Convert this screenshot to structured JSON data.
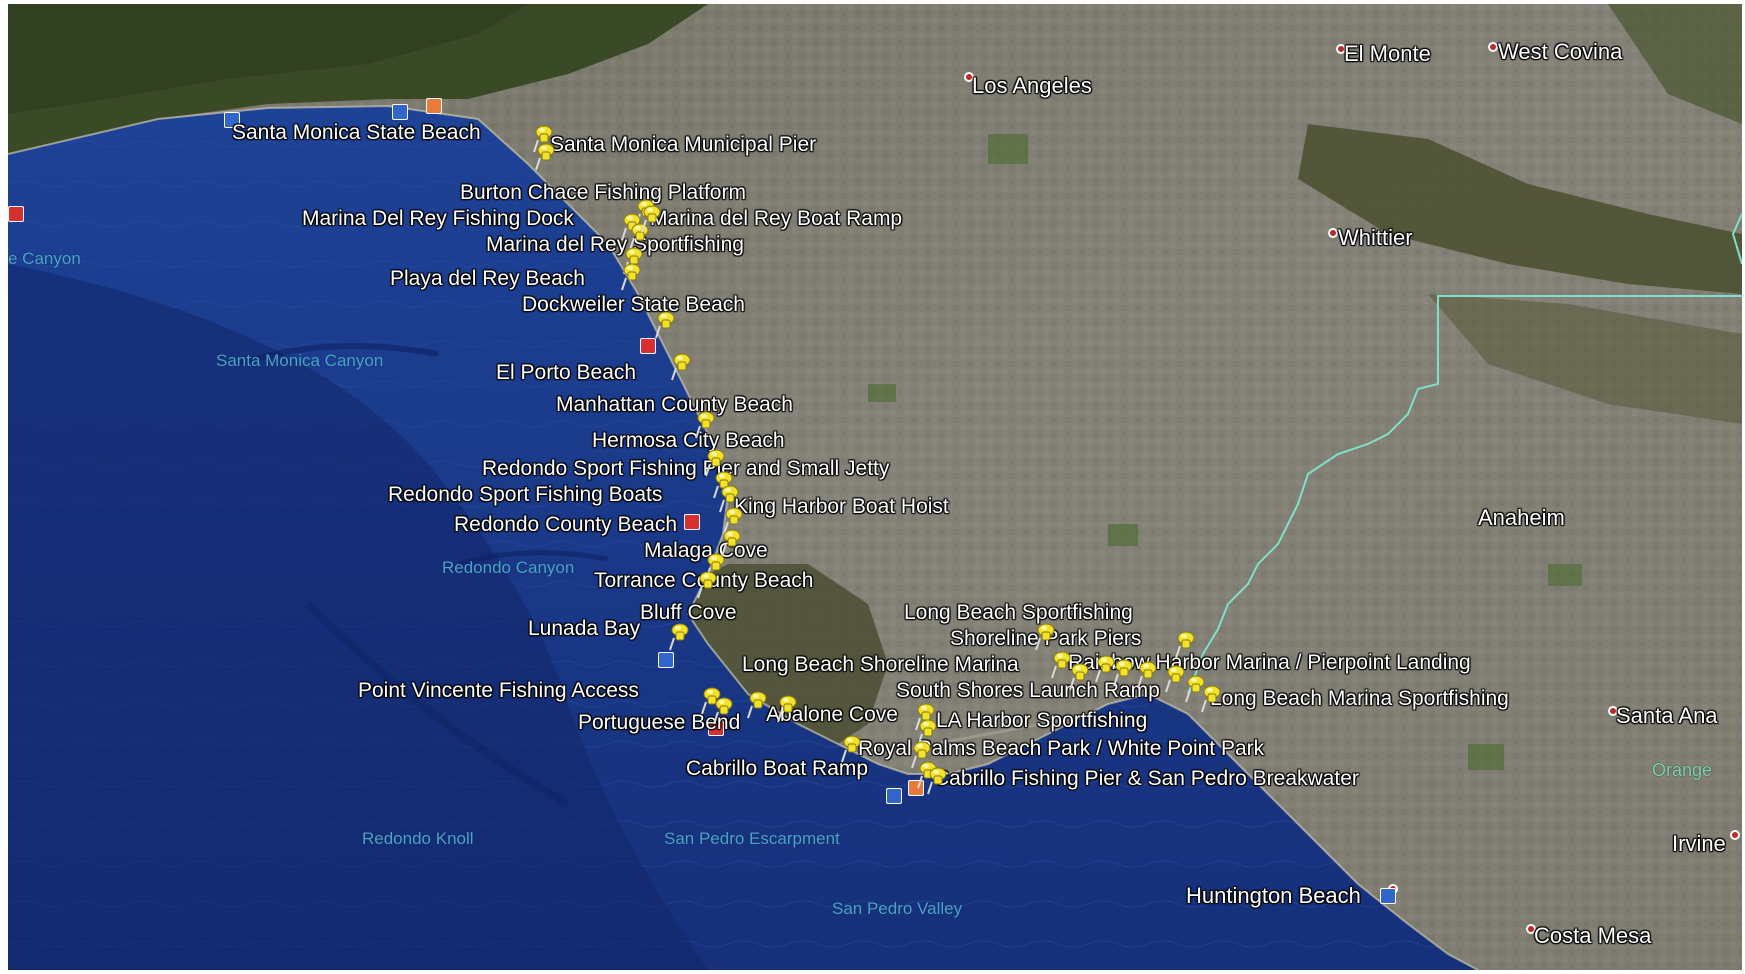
{
  "map": {
    "colors": {
      "ocean": "#1a3a8a",
      "ocean_deep": "#13296b",
      "land": "#7a7868",
      "hills": "#3f4a2a",
      "pin": "#f2e22a",
      "boundary": "#7fe0c8",
      "ocean_label": "#4aa3c8"
    },
    "cities": [
      {
        "id": "el-monte",
        "name": "El Monte"
      },
      {
        "id": "west-covina",
        "name": "West Covina"
      },
      {
        "id": "los-angeles",
        "name": "Los Angeles"
      },
      {
        "id": "whittier",
        "name": "Whittier"
      },
      {
        "id": "anaheim",
        "name": "Anaheim"
      },
      {
        "id": "santa-ana",
        "name": "Santa Ana"
      },
      {
        "id": "irvine",
        "name": "Irvine"
      },
      {
        "id": "costa-mesa",
        "name": "Costa Mesa"
      },
      {
        "id": "huntington-beach",
        "name": "Huntington Beach"
      }
    ],
    "regions": [
      {
        "id": "orange",
        "name": "Orange"
      }
    ],
    "ocean_features": [
      {
        "id": "canyon-west",
        "name": "e Canyon"
      },
      {
        "id": "santa-monica-canyon",
        "name": "Santa Monica Canyon"
      },
      {
        "id": "redondo-canyon",
        "name": "Redondo Canyon"
      },
      {
        "id": "redondo-knoll",
        "name": "Redondo Knoll"
      },
      {
        "id": "san-pedro-escarpment",
        "name": "San Pedro Escarpment"
      },
      {
        "id": "san-pedro-valley",
        "name": "San Pedro Valley"
      }
    ],
    "placemarks": [
      {
        "id": "santa-monica-state-beach",
        "name": "Santa Monica State Beach"
      },
      {
        "id": "santa-monica-municipal-pier",
        "name": "Santa Monica Municipal Pier"
      },
      {
        "id": "burton-chace-fishing-platform",
        "name": "Burton Chace Fishing Platform"
      },
      {
        "id": "marina-del-rey-fishing-dock",
        "name": "Marina Del Rey Fishing Dock"
      },
      {
        "id": "marina-del-rey-boat-ramp",
        "name": "Marina del Rey Boat Ramp"
      },
      {
        "id": "marina-del-rey-sportfishing",
        "name": "Marina del Rey Sportfishing"
      },
      {
        "id": "playa-del-rey-beach",
        "name": "Playa del Rey Beach"
      },
      {
        "id": "dockweiler-state-beach",
        "name": "Dockweiler State Beach"
      },
      {
        "id": "el-porto-beach",
        "name": "El Porto Beach"
      },
      {
        "id": "manhattan-county-beach",
        "name": "Manhattan County Beach"
      },
      {
        "id": "hermosa-city-beach",
        "name": "Hermosa City  Beach"
      },
      {
        "id": "redondo-sport-fishing-pier",
        "name": "Redondo Sport Fishing Pier and Small Jetty"
      },
      {
        "id": "redondo-sport-fishing-boats",
        "name": "Redondo Sport Fishing Boats"
      },
      {
        "id": "king-harbor-boat-hoist",
        "name": "King Harbor Boat Hoist"
      },
      {
        "id": "redondo-county-beach",
        "name": "Redondo County Beach"
      },
      {
        "id": "malaga-cove",
        "name": "Malaga Cove"
      },
      {
        "id": "torrance-county-beach",
        "name": "Torrance County Beach"
      },
      {
        "id": "bluff-cove",
        "name": "Bluff Cove"
      },
      {
        "id": "lunada-bay",
        "name": "Lunada Bay"
      },
      {
        "id": "long-beach-sportfishing",
        "name": "Long Beach Sportfishing"
      },
      {
        "id": "shoreline-park-piers",
        "name": "Shoreline Park Piers"
      },
      {
        "id": "long-beach-shoreline-marina",
        "name": "Long Beach Shoreline Marina"
      },
      {
        "id": "rainbow-harbor-marina",
        "name": "Rainbow Harbor Marina / Pierpoint Landing"
      },
      {
        "id": "point-vincente-fishing-access",
        "name": "Point Vincente Fishing Access"
      },
      {
        "id": "south-shores-launch-ramp",
        "name": "South Shores Launch Ramp"
      },
      {
        "id": "long-beach-marina-sportfishing",
        "name": "Long Beach Marina Sportfishing"
      },
      {
        "id": "abalone-cove",
        "name": "Abalone Cove"
      },
      {
        "id": "la-harbor-sportfishing",
        "name": "LA Harbor Sportfishing"
      },
      {
        "id": "portuguese-bend",
        "name": "Portuguese Bend"
      },
      {
        "id": "royal-palms-beach-park",
        "name": "Royal Palms Beach Park / White Point Park"
      },
      {
        "id": "cabrillo-boat-ramp",
        "name": "Cabrillo Boat Ramp"
      },
      {
        "id": "cabrillo-fishing-pier",
        "name": "Cabrillo Fishing Pier & San Pedro Breakwater"
      }
    ],
    "icons": {
      "placemark": "yellow-pushpin-icon",
      "city": "red-dot-icon",
      "poi_blue": "blue-poi-icon",
      "poi_red": "red-poi-icon",
      "poi_orange": "orange-poi-icon"
    }
  }
}
